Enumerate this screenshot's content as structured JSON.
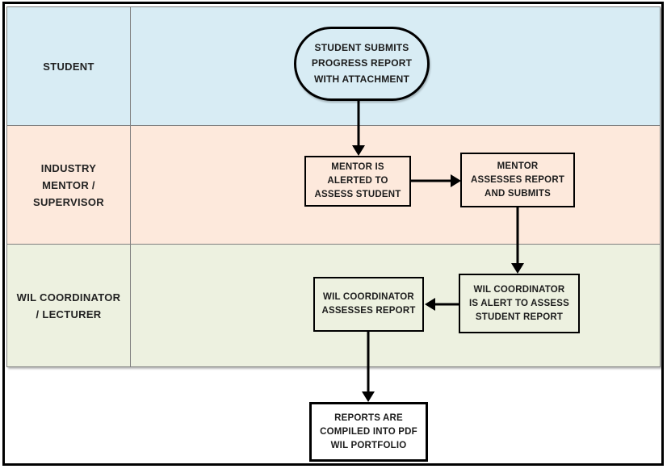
{
  "diagram": {
    "type": "swimlane-flowchart",
    "lanes": [
      {
        "id": "student",
        "lines": [
          "STUDENT"
        ],
        "bg": "#d8ecf4"
      },
      {
        "id": "industry-mentor-supervisor",
        "lines": [
          "INDUSTRY",
          "MENTOR /",
          "SUPERVISOR"
        ],
        "bg": "#fde9dc"
      },
      {
        "id": "wil-coordinator-lecturer",
        "lines": [
          "WIL COORDINATOR",
          "/ LECTURER"
        ],
        "bg": "#edf1e0"
      }
    ],
    "nodes": [
      {
        "id": "student-submits",
        "type": "terminator",
        "lane": "student",
        "lines": [
          "STUDENT SUBMITS",
          "PROGRESS REPORT",
          "WITH ATTACHMENT"
        ]
      },
      {
        "id": "mentor-alerted",
        "type": "process",
        "lane": "industry-mentor-supervisor",
        "lines": [
          "MENTOR IS",
          "ALERTED TO",
          "ASSESS STUDENT"
        ]
      },
      {
        "id": "mentor-assesses",
        "type": "process",
        "lane": "industry-mentor-supervisor",
        "lines": [
          "MENTOR",
          "ASSESSES REPORT",
          "AND SUBMITS"
        ]
      },
      {
        "id": "wil-assesses",
        "type": "process",
        "lane": "wil-coordinator-lecturer",
        "lines": [
          "WIL COORDINATOR",
          "ASSESSES REPORT"
        ]
      },
      {
        "id": "wil-alerted",
        "type": "process",
        "lane": "wil-coordinator-lecturer",
        "lines": [
          "WIL COORDINATOR",
          "IS ALERT TO ASSESS",
          "STUDENT REPORT"
        ]
      },
      {
        "id": "reports-compiled",
        "type": "process",
        "lane": "below-lanes",
        "lines": [
          "REPORTS ARE",
          "COMPILED INTO PDF",
          "WIL PORTFOLIO"
        ]
      }
    ],
    "edges": [
      {
        "from": "student-submits",
        "to": "mentor-alerted",
        "direction": "down"
      },
      {
        "from": "mentor-alerted",
        "to": "mentor-assesses",
        "direction": "right"
      },
      {
        "from": "mentor-assesses",
        "to": "wil-alerted",
        "direction": "down"
      },
      {
        "from": "wil-alerted",
        "to": "wil-assesses",
        "direction": "left"
      },
      {
        "from": "wil-assesses",
        "to": "reports-compiled",
        "direction": "down"
      }
    ],
    "colors": {
      "lane_student": "#d8ecf4",
      "lane_mentor": "#fde9dc",
      "lane_wil": "#edf1e0",
      "grid_border": "#808080",
      "shape_border": "#000000",
      "frame_border": "#000000",
      "text": "#1c1c1c",
      "background": "#ffffff"
    }
  }
}
